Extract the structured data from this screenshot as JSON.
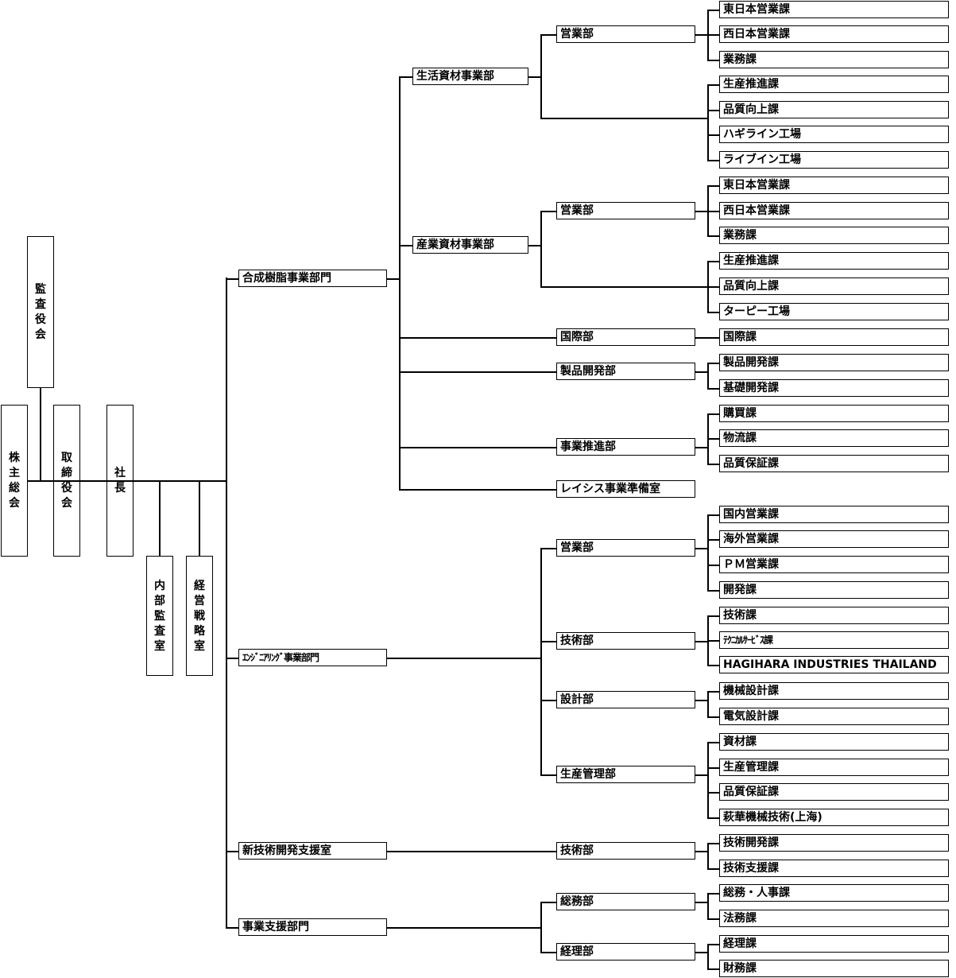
{
  "top": {
    "shareholders": "株主総会",
    "auditors": "監査役会",
    "board": "取締役会",
    "president": "社長",
    "internal_audit": "内部監査室",
    "strategy_office": "経営戦略室"
  },
  "divisions": [
    {
      "name": "合成樹脂事業部門",
      "departments": [
        {
          "name": "生活資材事業部",
          "groups": [
            {
              "name": "営業部",
              "sections": [
                "東日本営業課",
                "西日本営業課",
                "業務課"
              ]
            },
            {
              "name": "",
              "sections": [
                "生産推進課",
                "品質向上課",
                "ハギライン工場",
                "ライブイン工場"
              ]
            }
          ]
        },
        {
          "name": "産業資材事業部",
          "groups": [
            {
              "name": "営業部",
              "sections": [
                "東日本営業課",
                "西日本営業課",
                "業務課"
              ]
            },
            {
              "name": "",
              "sections": [
                "生産推進課",
                "品質向上課",
                "ターピー工場"
              ]
            }
          ]
        },
        {
          "name": "国際部",
          "sections": [
            "国際課"
          ]
        },
        {
          "name": "製品開発部",
          "sections": [
            "製品開発課",
            "基礎開発課"
          ]
        },
        {
          "name": "事業推進部",
          "sections": [
            "購買課",
            "物流課",
            "品質保証課"
          ]
        },
        {
          "name": "レイシス事業準備室",
          "sections": []
        }
      ]
    },
    {
      "name": "ｴﾝｼﾞﾆｱﾘﾝｸﾞ事業部門",
      "departments": [
        {
          "name": "営業部",
          "sections": [
            "国内営業課",
            "海外営業課",
            "ＰＭ営業課",
            "開発課"
          ]
        },
        {
          "name": "技術部",
          "sections": [
            "技術課",
            "ﾃｸﾆｶﾙｻｰﾋﾞｽ課",
            "HAGIHARA INDUSTRIES THAILAND"
          ]
        },
        {
          "name": "設計部",
          "sections": [
            "機械設計課",
            "電気設計課"
          ]
        },
        {
          "name": "生産管理部",
          "sections": [
            "資材課",
            "生産管理課",
            "品質保証課",
            "萩華機械技術(上海)"
          ]
        }
      ]
    },
    {
      "name": "新技術開発支援室",
      "departments": [
        {
          "name": "技術部",
          "sections": [
            "技術開発課",
            "技術支援課"
          ]
        }
      ]
    },
    {
      "name": "事業支援部門",
      "departments": [
        {
          "name": "総務部",
          "sections": [
            "総務・人事課",
            "法務課"
          ]
        },
        {
          "name": "経理部",
          "sections": [
            "経理課",
            "財務課"
          ]
        }
      ]
    }
  ]
}
